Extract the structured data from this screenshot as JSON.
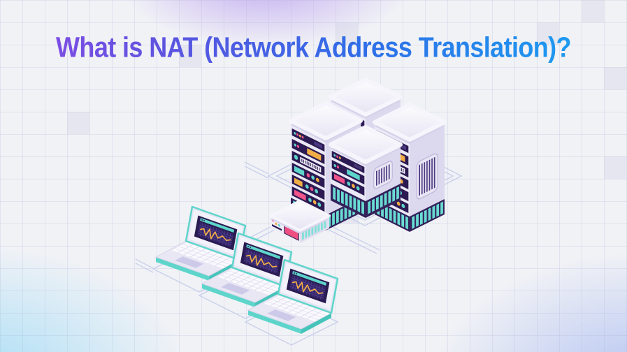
{
  "title": {
    "text": "What is NAT (Network Address Translation)?"
  },
  "illustration": {
    "type": "isometric-network-diagram",
    "server_cluster": {
      "name": "server-cluster",
      "server_count": 4
    },
    "router": {
      "name": "nat-router"
    },
    "clients": {
      "name": "client-laptops",
      "laptop_count": 3
    }
  },
  "colors": {
    "title_gradient_start": "#8a4ae5",
    "title_gradient_mid": "#2f6ee8",
    "title_gradient_end": "#18a6f2",
    "teal": "#5ed5cb",
    "teal_stripe": "#6adcd2",
    "pink": "#f0548a",
    "orange": "#f2ae46",
    "dark_purple": "#2c1b52",
    "device_body": "#ebe9f6",
    "connector_outline": "#c8cfeb",
    "background": "#f1f2f6"
  }
}
